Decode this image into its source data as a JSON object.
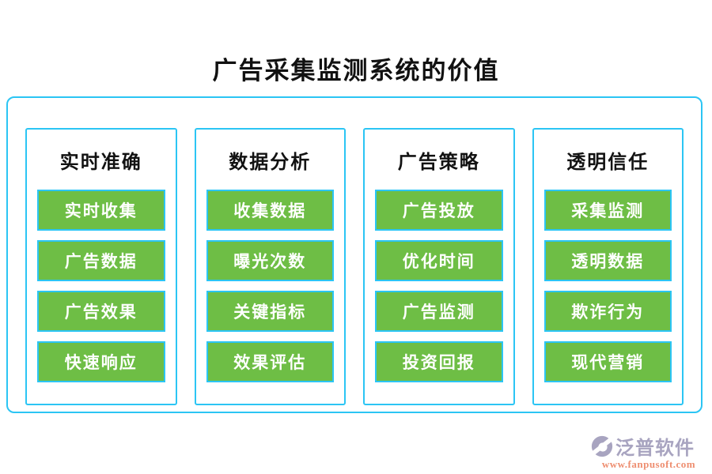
{
  "page": {
    "title": "广告采集监测系统的价值"
  },
  "columns": [
    {
      "header": "实时准确",
      "items": [
        "实时收集",
        "广告数据",
        "广告效果",
        "快速响应"
      ]
    },
    {
      "header": "数据分析",
      "items": [
        "收集数据",
        "曝光次数",
        "关键指标",
        "效果评估"
      ]
    },
    {
      "header": "广告策略",
      "items": [
        "广告投放",
        "优化时间",
        "广告监测",
        "投资回报"
      ]
    },
    {
      "header": "透明信任",
      "items": [
        "采集监测",
        "透明数据",
        "欺诈行为",
        "现代营销"
      ]
    }
  ],
  "branding": {
    "logo_text": "泛普软件",
    "logo_url": "www.fanpusoft.com",
    "logo_icon": "fanpu-swoosh-icon"
  },
  "colors": {
    "border_cyan": "#2bc5f4",
    "button_green": "#6ebe45",
    "button_text": "#ffffff",
    "title_text": "#111111",
    "logo_text_color": "#a8a4c0",
    "logo_url_color": "#ee8e70"
  }
}
